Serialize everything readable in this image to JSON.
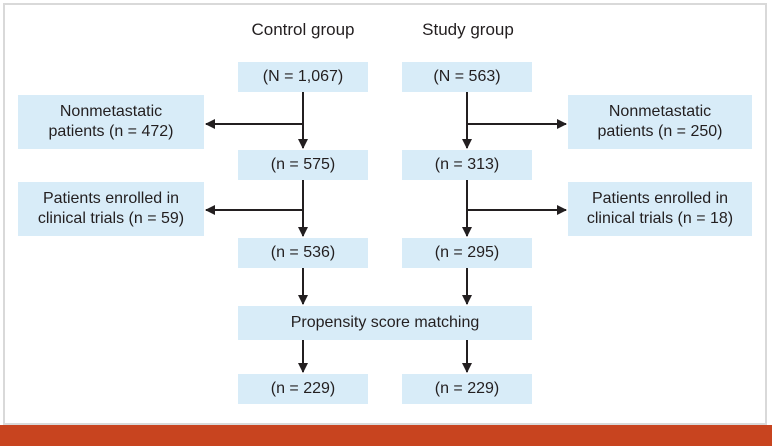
{
  "headers": {
    "control": "Control group",
    "study": "Study group"
  },
  "control": {
    "total": "(N = 1,067)",
    "after_nonmetastatic": "(n = 575)",
    "after_trials": "(n = 536)",
    "matched": "(n = 229)",
    "excluded_nonmetastatic": [
      "Nonmetastatic",
      "patients (n = 472)"
    ],
    "excluded_trials": [
      "Patients enrolled in",
      "clinical trials (n = 59)"
    ]
  },
  "study": {
    "total": "(N = 563)",
    "after_nonmetastatic": "(n = 313)",
    "after_trials": "(n = 295)",
    "matched": "(n = 229)",
    "excluded_nonmetastatic": [
      "Nonmetastatic",
      "patients (n = 250)"
    ],
    "excluded_trials": [
      "Patients enrolled in",
      "clinical trials (n = 18)"
    ]
  },
  "matching": "Propensity score matching",
  "colors": {
    "box_fill": "#d8ecf8",
    "accent_bar": "#c8441f",
    "border": "#d9d9d9",
    "arrow": "#231f20"
  }
}
